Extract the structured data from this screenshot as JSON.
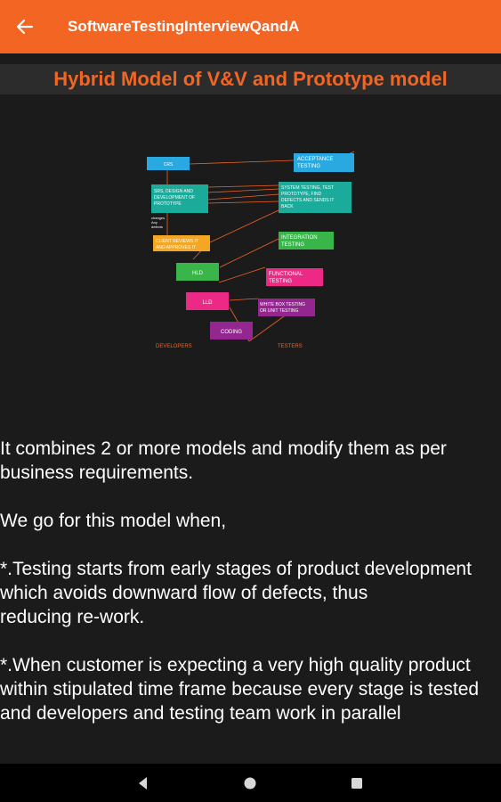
{
  "app_bar": {
    "title": "SoftwareTestingInterviewQandA",
    "back_icon": "arrow-left-icon"
  },
  "page": {
    "heading": "Hybrid Model of V&V and Prototype model"
  },
  "diagram": {
    "boxes": [
      {
        "label": "CRS",
        "color": "#2aa9e0"
      },
      {
        "label": "ACCEPTANCE TESTING",
        "color": "#2aa9e0"
      },
      {
        "label": "SRS, DESIGN AND DEVELOPMENT OF PROTOTYPE",
        "color": "#1aab9b"
      },
      {
        "label": "SYSTEM TESTING, TEST PROTOTYPE, FIND DEFECTS AND SENDS IT BACK",
        "color": "#1aab9b"
      },
      {
        "label": "CLIENT REVIEWS IT AND APPROVES IT",
        "color": "#f5a623"
      },
      {
        "label": "INTEGRATION TESTING",
        "color": "#39b54a"
      },
      {
        "label": "HLD",
        "color": "#39b54a"
      },
      {
        "label": "FUNCTIONAL TESTING",
        "color": "#ec2a86"
      },
      {
        "label": "LLD",
        "color": "#ec2a86"
      },
      {
        "label": "WHITE BOX TESTING OR UNIT TESTING",
        "color": "#93278f"
      },
      {
        "label": "CODING",
        "color": "#93278f"
      }
    ],
    "side_note": "changes Any defects",
    "developers_label": "DEVELOPERS",
    "testers_label": "TESTERS",
    "accent_color": "#f26522"
  },
  "body": {
    "paragraphs": [
      "It combines 2 or more models and modify them as per business requirements.",
      "We go for this model when,",
      "*.Testing starts from early stages of product development which avoids downward flow of defects, thus\nreducing re-work.",
      "*.When customer is expecting a very high quality product within stipulated time frame because every stage is tested and developers and testing team work in parallel"
    ]
  },
  "nav": {
    "back_icon": "triangle-back-icon",
    "home_icon": "circle-home-icon",
    "recents_icon": "square-recents-icon"
  },
  "colors": {
    "primary": "#f26522",
    "background": "#1b1b1b",
    "heading_band": "#2c2c2c"
  }
}
